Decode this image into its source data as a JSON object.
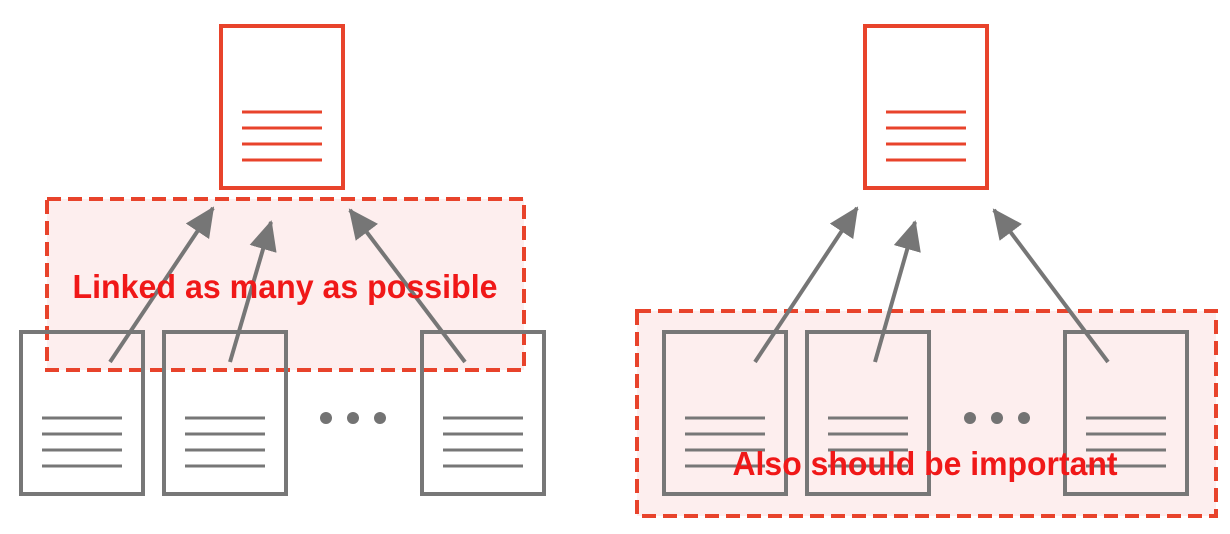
{
  "colors": {
    "accent": "#e8432b",
    "callout_text": "#f01818",
    "callout_fill": "#fdeeee",
    "page_stroke": "#777777",
    "arrow": "#767676",
    "dots": "#737373"
  },
  "left_panel": {
    "callout_label": "Linked as many as possible",
    "highlighted_region": "arrow links"
  },
  "right_panel": {
    "callout_label": "Also should be important",
    "highlighted_region": "source pages"
  },
  "icons": {
    "target_page": "document-icon",
    "source_page": "document-icon",
    "ellipsis": "ellipsis-icon",
    "link": "arrow-icon"
  }
}
